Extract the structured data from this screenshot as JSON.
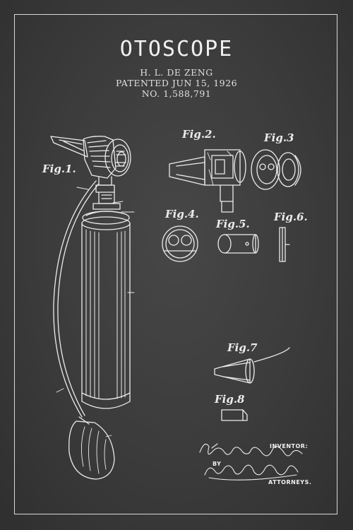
{
  "poster": {
    "title": "OTOSCOPE",
    "inventor_name": "H. L. DE ZENG",
    "patent_date": "PATENTED JUN 15, 1926",
    "patent_number": "NO. 1,588,791"
  },
  "signature": {
    "inventor_label": "INVENTOR:",
    "by_label": "BY",
    "attorneys_label": "ATTORNEYS."
  },
  "figures": {
    "fig1": "Fig.1.",
    "fig2": "Fig.2.",
    "fig3": "Fig.3",
    "fig4": "Fig.4.",
    "fig5": "Fig.5.",
    "fig6": "Fig.6.",
    "fig7": "Fig.7",
    "fig8": "Fig.8"
  },
  "colors": {
    "background": "#3a3a3a",
    "line": "#ececec"
  }
}
